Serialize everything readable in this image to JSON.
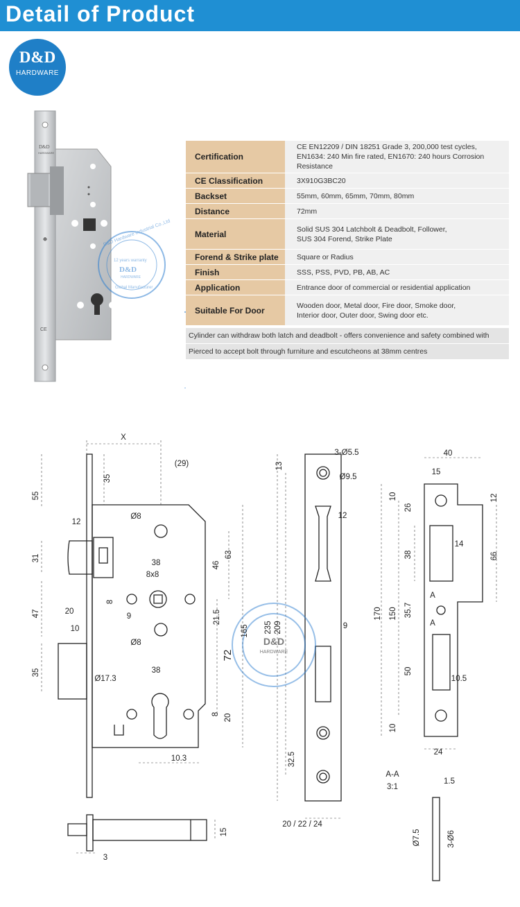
{
  "banner": {
    "title": "Detail of Product"
  },
  "logo": {
    "main": "D&D",
    "sub": "HARDWARE"
  },
  "photo": {
    "plate_logo": "D&D",
    "plate_sub": "HARDWARE",
    "ce_mark": "CE",
    "watermark": {
      "top": "D&D Hardware Industrial Co.,Ltd",
      "mid": "12 years warranty",
      "brand": "D&D",
      "brand_sub": "HARDWARE",
      "bottom": "Global Manufacturer"
    }
  },
  "spec": {
    "rows": [
      {
        "key": "Certification",
        "lines": [
          "CE EN12209 / DIN 18251 Grade 3, 200,000 test cycles,",
          "EN1634: 240 Min fire rated, EN1670: 240 hours Corrosion Resistance"
        ]
      },
      {
        "key": "CE Classification",
        "lines": [
          "3X910G3BC20"
        ]
      },
      {
        "key": "Backset",
        "lines": [
          "55mm, 60mm, 65mm, 70mm, 80mm"
        ]
      },
      {
        "key": "Distance",
        "lines": [
          "72mm"
        ]
      },
      {
        "key": "Material",
        "lines": [
          "Solid SUS 304 Latchbolt & Deadbolt, Follower,",
          "SUS 304 Forend, Strike Plate"
        ]
      },
      {
        "key": "Forend & Strike plate",
        "lines": [
          "Square or Radius"
        ]
      },
      {
        "key": "Finish",
        "lines": [
          "SSS, PSS, PVD, PB, AB, AC"
        ]
      },
      {
        "key": "Application",
        "lines": [
          "Entrance door of commercial or residential application"
        ]
      },
      {
        "key": "Suitable For Door",
        "lines": [
          "Wooden door, Metal door, Fire door, Smoke door,",
          "Interior door, Outer door, Swing door etc."
        ]
      }
    ],
    "notes": [
      "Cylinder can withdraw both latch and deadbolt - offers convenience and safety combined with security.",
      "Pierced to accept bolt through furniture and escutcheons at 38mm centres"
    ]
  },
  "drawing": {
    "dims": {
      "x": "X",
      "d29": "(29)",
      "d35a": "35",
      "d55": "55",
      "d12a": "12",
      "d31": "31",
      "d47": "47",
      "d20a": "20",
      "d10a": "10",
      "d35b": "35",
      "phi8a": "Ø8",
      "phi8b": "Ø8",
      "d38a": "38",
      "sq8x8": "8x8",
      "d8a": "8",
      "d9a": "9",
      "phi173": "Ø17.3",
      "d38b": "38",
      "d46": "46",
      "d63": "63",
      "d215": "21.5",
      "d72": "72",
      "d165": "165",
      "d8b": "8",
      "d20b": "20",
      "d103": "10.3",
      "d15": "15",
      "d3": "3",
      "d13": "13",
      "d235": "235",
      "d209": "209",
      "d325": "32.5",
      "d12b": "12",
      "d9b": "9",
      "holes": "3-Ø5.5",
      "phi95": "Ø9.5",
      "d202224": "20 / 22 / 24",
      "d40": "40",
      "d15b": "15",
      "d10b": "10",
      "d26": "26",
      "d38c": "38",
      "d12c": "12",
      "d14": "14",
      "d66": "66",
      "d170": "170",
      "d150": "150",
      "d357": "35.7",
      "d50": "50",
      "d105": "10.5",
      "d10c": "10",
      "d24": "24",
      "secA1": "A",
      "secA2": "A",
      "aa": "A-A",
      "scale": "3:1",
      "d15c": "1.5",
      "phi75": "Ø7.5",
      "holes6": "3-Ø6"
    }
  },
  "colors": {
    "banner": "#1f8fd3",
    "table_key": "#e6c9a4",
    "table_value": "#f0f0f0",
    "note": "#e4e4e4",
    "watermark": "#2f7fd0"
  }
}
